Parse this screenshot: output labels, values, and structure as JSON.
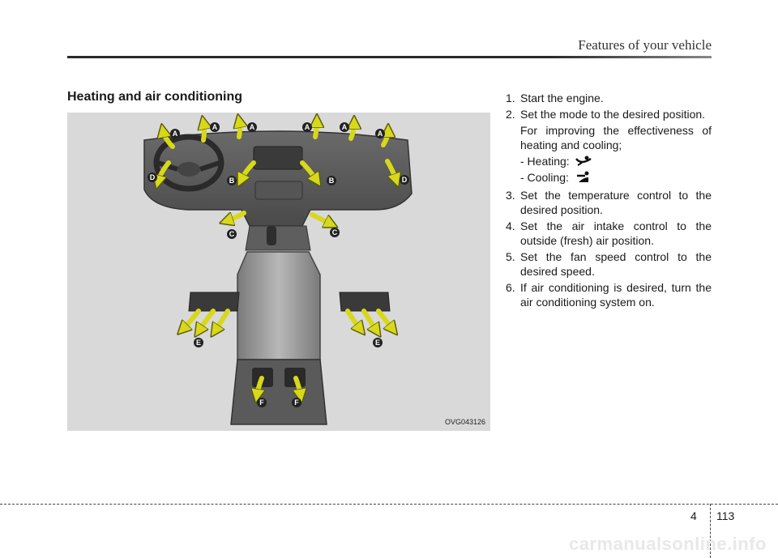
{
  "header": {
    "title": "Features of your vehicle"
  },
  "section": {
    "heading": "Heating and air conditioning"
  },
  "figure": {
    "code": "OVG043126",
    "vent_labels": [
      "A",
      "B",
      "C",
      "D",
      "E",
      "F"
    ]
  },
  "steps": [
    {
      "num": "1.",
      "text": "Start the engine."
    },
    {
      "num": "2.",
      "text": "Set the mode to the desired position."
    },
    {
      "num": "3.",
      "text": "Set the temperature control to the desired position."
    },
    {
      "num": "4.",
      "text": "Set the air intake control to the outside (fresh) air position."
    },
    {
      "num": "5.",
      "text": "Set the fan speed control to the desired speed."
    },
    {
      "num": "6.",
      "text": "If air conditioning is desired, turn the air conditioning system on."
    }
  ],
  "step2_note": {
    "intro": "For improving the effectiveness of heating and cooling;",
    "heating": "- Heating:",
    "cooling": "- Cooling:",
    "heating_icon": "floor-mode-icon",
    "cooling_icon": "face-mode-icon"
  },
  "footer": {
    "chapter": "4",
    "page": "113"
  },
  "watermark": "carmanualsonline.info",
  "colors": {
    "arrow": "#d8d81a",
    "badge": "#222222",
    "figure_bg": "#d9d9d9"
  }
}
